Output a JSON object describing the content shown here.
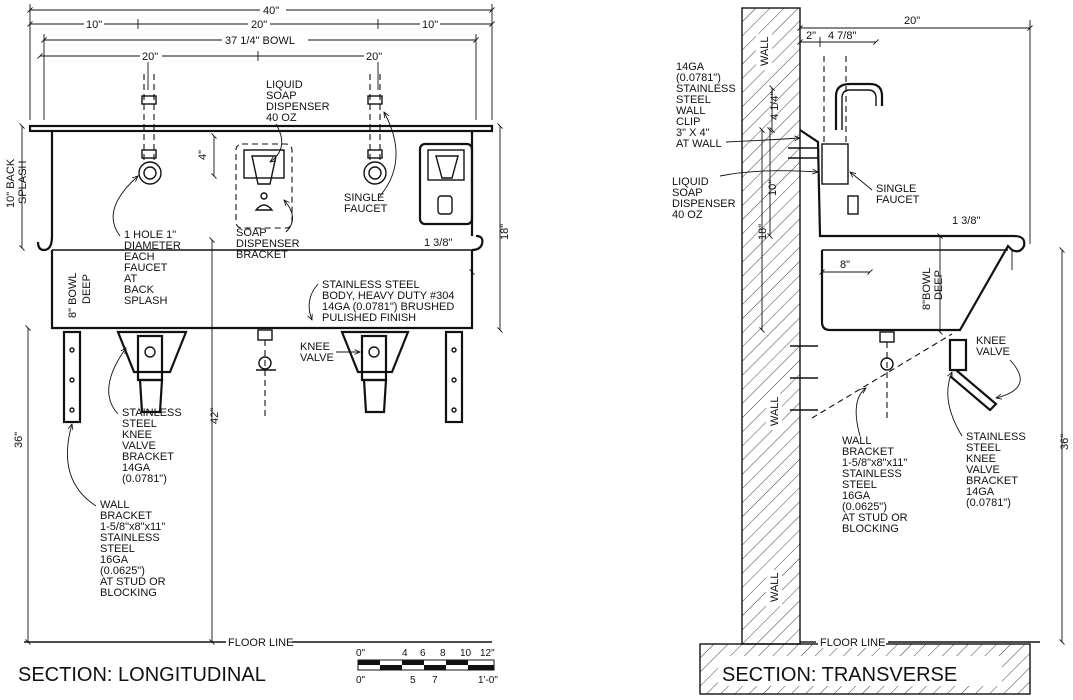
{
  "longitudinal": {
    "title": "SECTION: LONGITUDINAL",
    "dims": {
      "overall": "40\"",
      "left_10": "10\"",
      "center_20": "20\"",
      "right_10": "10\"",
      "bowl": "37 1/4\" BOWL",
      "faucet_left_20": "20\"",
      "faucet_right_20": "20\"",
      "dim_4": "4\"",
      "dim_18": "18\"",
      "dim_1_3_8": "1 3/8\"",
      "dim_42": "42\"",
      "dim_36": "36\""
    },
    "back_splash": [
      "10\" BACK",
      "SPLASH"
    ],
    "bowl_deep": [
      "8\" BOWL",
      "DEEP"
    ],
    "notes": {
      "soap_dispenser": [
        "LIQUID",
        "SOAP",
        "DISPENSER",
        "40 OZ"
      ],
      "hole": [
        "1 HOLE 1\"",
        "DIAMETER",
        "EACH",
        "FAUCET",
        "AT",
        "BACK",
        "SPLASH"
      ],
      "bracket": [
        "SOAP",
        "DISPENSER",
        "BRACKET"
      ],
      "faucet": [
        "SINGLE",
        "FAUCET"
      ],
      "body": [
        "STAINLESS STEEL",
        "BODY, HEAVY DUTY #304",
        "14GA (0.0781\") BRUSHED",
        "PULISHED FINISH"
      ],
      "knee_valve": [
        "KNEE",
        "VALVE"
      ],
      "knee_bracket": [
        "STAINLESS",
        "STEEL",
        "KNEE",
        "VALVE",
        "BRACKET",
        "14GA",
        "(0.0781\")"
      ],
      "wall_bracket": [
        "WALL",
        "BRACKET",
        "1-5/8\"x8\"x11\"",
        "STAINLESS",
        "STEEL",
        "16GA",
        "(0.0625\")",
        "AT STUD OR",
        "BLOCKING"
      ]
    },
    "floor_line": "FLOOR LINE"
  },
  "scale": {
    "top": [
      "0\"",
      "4",
      "6",
      "8",
      "10",
      "12\""
    ],
    "bottom": [
      "0\"",
      "5",
      "7",
      "1'-0\""
    ]
  },
  "transverse": {
    "title": "SECTION: TRANSVERSE",
    "dims": {
      "d20": "20\"",
      "d2": "2\"",
      "d4_7_8": "4 7/8\"",
      "d4_1_4": "4 1/4\"",
      "d10": "10\"",
      "d18": "18\"",
      "d8": "8\"",
      "d1_3_8": "1 3/8\"",
      "d36": "36\""
    },
    "wall_labels": [
      "WALL",
      "WALL",
      "WALL"
    ],
    "bowl_deep": [
      "8\"BOWL",
      "DEEP"
    ],
    "notes": {
      "clip": [
        "14GA",
        "(0.0781\")",
        "STAINLESS",
        "STEEL",
        "WALL",
        "CLIP",
        "3\" X 4\"",
        "AT WALL"
      ],
      "soap": [
        "LIQUID",
        "SOAP",
        "DISPENSER",
        "40 OZ"
      ],
      "faucet": [
        "SINGLE",
        "FAUCET"
      ],
      "knee_valve": [
        "KNEE",
        "VALVE"
      ],
      "wall_bracket": [
        "WALL",
        "BRACKET",
        "1-5/8\"x8\"x11\"",
        "STAINLESS",
        "STEEL",
        "16GA",
        "(0.0625\")",
        "AT STUD OR",
        "BLOCKING"
      ],
      "knee_bracket": [
        "STAINLESS",
        "STEEL",
        "KNEE",
        "VALVE",
        "BRACKET",
        "14GA",
        "(0.0781\")"
      ]
    },
    "floor_line": "FLOOR LINE"
  }
}
